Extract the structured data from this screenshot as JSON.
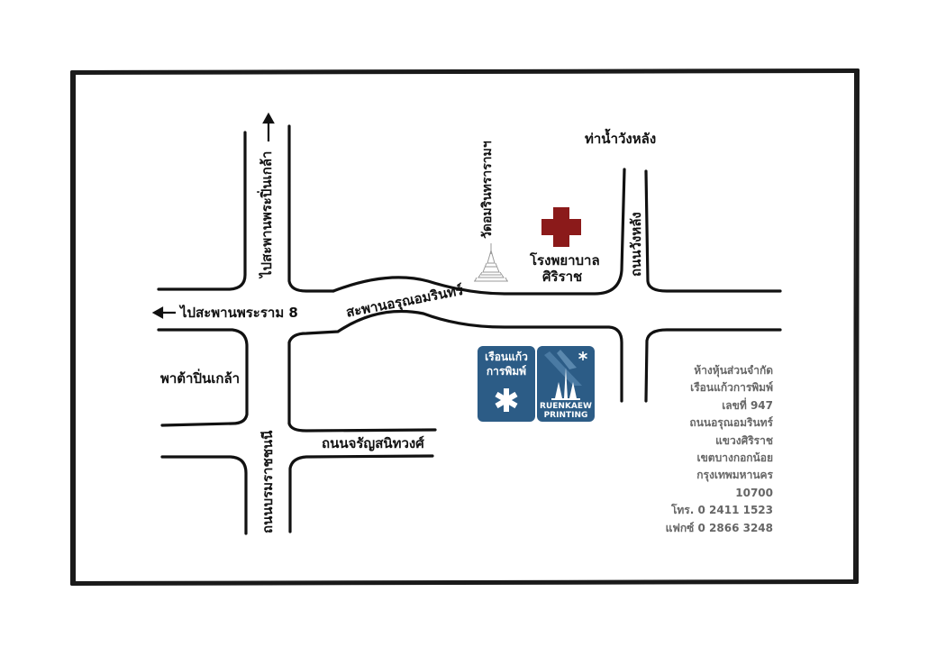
{
  "roads": {
    "phra_pin_klao_bridge": "ไปสะพานพระปิ่นเกล้า",
    "rama8_bridge": "ไปสะพานพระราม 8",
    "arun_amarin": "สะพานอรุณอมรินทร์",
    "wang_lang": "ถนนวังหลัง",
    "borommaratchachonnani": "ถนนบรมราชชนนี",
    "charansanitwong": "ถนนจรัญสนิทวงศ์"
  },
  "places": {
    "wat_amarin": "วัดอมรินทรารามฯ",
    "siriraj_hospital_line1": "โรงพยาบาล",
    "siriraj_hospital_line2": "ศิริราช",
    "wang_lang_pier": "ท่าน้ำวังหลัง",
    "pata_pinklao": "พาต้าปิ่นเกล้า"
  },
  "logo": {
    "thai_line1": "เรือนแก้ว",
    "thai_line2": "การพิมพ์",
    "en_line1": "RUENKAEW",
    "en_line2": "PRINTING",
    "color": "#2c5c86"
  },
  "address": [
    "ห้างหุ้นส่วนจำกัด",
    "เรือนแก้วการพิมพ์",
    "เลขที่ 947",
    "ถนนอรุณอมรินทร์",
    "แขวงศิริราช",
    "เขตบางกอกน้อย",
    "กรุงเทพมหานคร",
    "10700",
    "โทร. 0 2411 1523",
    "แฟกซ์ 0 2866 3248"
  ],
  "colors": {
    "hospital_cross": "#8b1a1a",
    "road_line": "#111111",
    "frame": "#1a1a1a"
  }
}
